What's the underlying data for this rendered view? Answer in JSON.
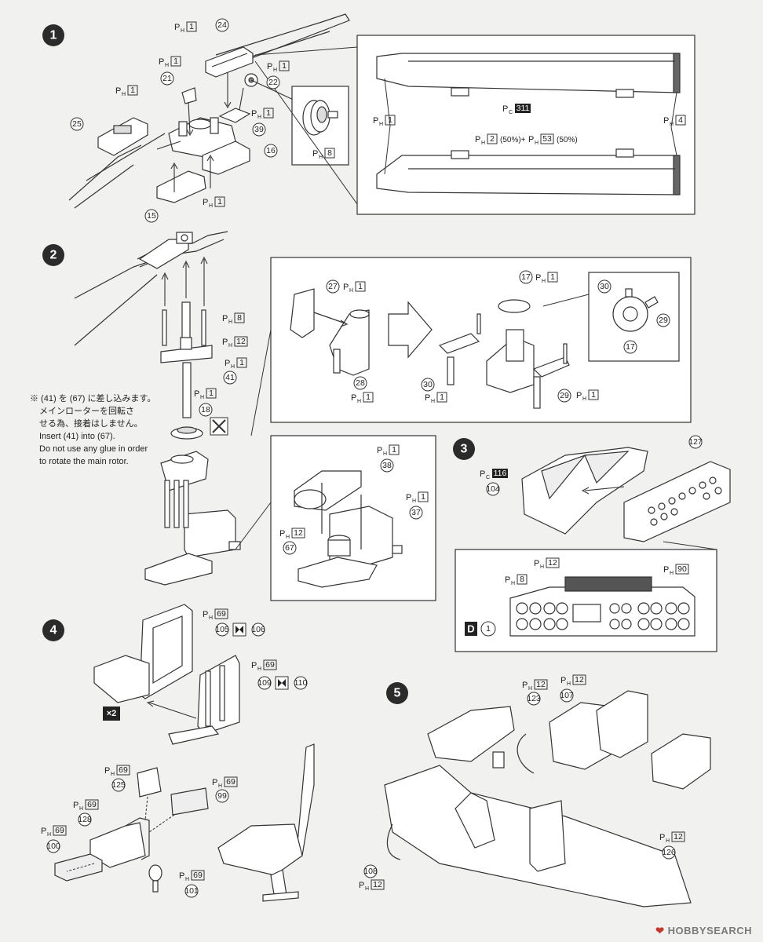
{
  "steps": [
    "1",
    "2",
    "3",
    "4",
    "5"
  ],
  "ph": "P",
  "ph_sub": "H",
  "pc_sub": "C",
  "step1": {
    "p1": "1",
    "p4": "4",
    "p8": "8",
    "p311": "311",
    "parts": [
      "24",
      "21",
      "22",
      "25",
      "39",
      "16",
      "15"
    ],
    "mix": "(50%)+",
    "mix_a": "2",
    "mix_b": "53",
    "mix_end": "(50%)"
  },
  "step2": {
    "p8": "8",
    "p12": "12",
    "p1": "1",
    "parts": [
      "41",
      "18",
      "27",
      "28",
      "17",
      "30",
      "29",
      "38",
      "37",
      "67"
    ],
    "note_jp_1": "※",
    "note_jp_1b": "を",
    "note_jp_1c": "に差し込みます。",
    "note_jp_2": "メインローターを回転さ",
    "note_jp_3": "せる為、接着はしません。",
    "note_en_1": "Insert",
    "note_en_1b": "into",
    "note_en_1c": ".",
    "note_en_2": "Do not use any glue in order",
    "note_en_3": "to rotate the main rotor."
  },
  "step3": {
    "pc116": "116",
    "parts": [
      "104",
      "127"
    ],
    "p12": "12",
    "p90": "90",
    "p8": "8",
    "decal_letter": "D",
    "decal_num": "1"
  },
  "step4": {
    "p69": "69",
    "parts": [
      "105",
      "106",
      "109",
      "110",
      "125",
      "99",
      "128",
      "100",
      "101"
    ],
    "times": "×2"
  },
  "step5": {
    "p12": "12",
    "parts": [
      "123",
      "107",
      "126",
      "108"
    ]
  },
  "watermark": {
    "brand": "HOBBY",
    "suffix": "SEARCH",
    "mark": "❤"
  }
}
